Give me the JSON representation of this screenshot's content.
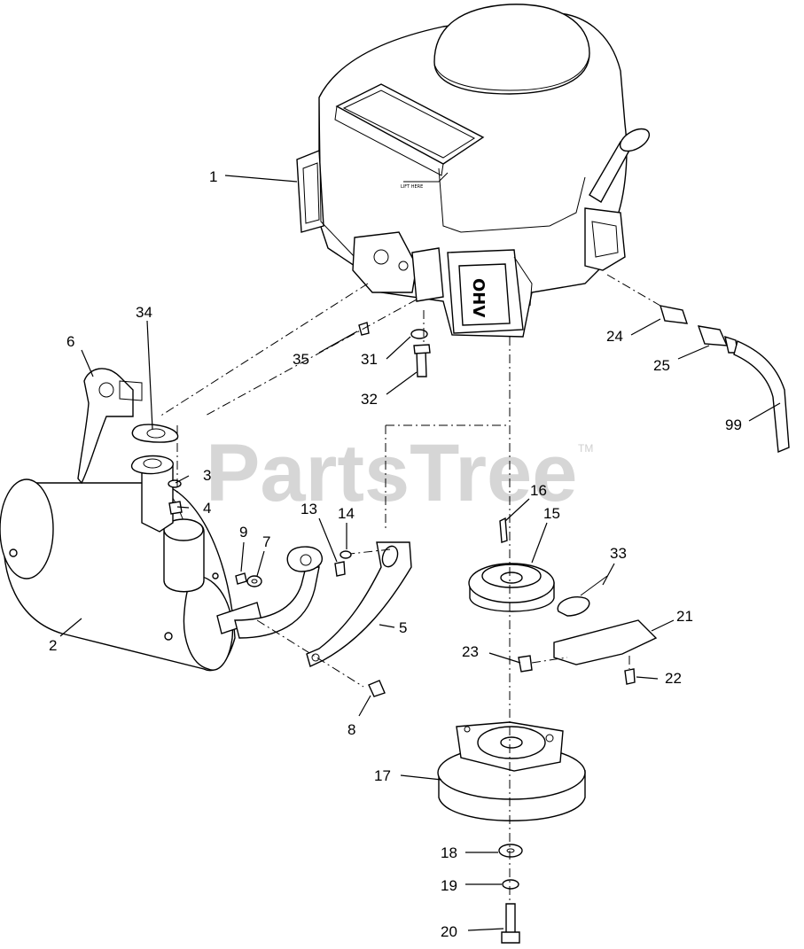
{
  "watermark": {
    "text": "PartsTree",
    "trademark": "TM"
  },
  "engine_plate_text": "OHV",
  "engine_sticker_text": "LIFT HERE",
  "callouts": [
    {
      "id": "c1",
      "label": "1"
    },
    {
      "id": "c2",
      "label": "2"
    },
    {
      "id": "c3",
      "label": "3"
    },
    {
      "id": "c4",
      "label": "4"
    },
    {
      "id": "c5",
      "label": "5"
    },
    {
      "id": "c6",
      "label": "6"
    },
    {
      "id": "c7",
      "label": "7"
    },
    {
      "id": "c8",
      "label": "8"
    },
    {
      "id": "c9",
      "label": "9"
    },
    {
      "id": "c13",
      "label": "13"
    },
    {
      "id": "c14",
      "label": "14"
    },
    {
      "id": "c15",
      "label": "15"
    },
    {
      "id": "c16",
      "label": "16"
    },
    {
      "id": "c17",
      "label": "17"
    },
    {
      "id": "c18",
      "label": "18"
    },
    {
      "id": "c19",
      "label": "19"
    },
    {
      "id": "c20",
      "label": "20"
    },
    {
      "id": "c21",
      "label": "21"
    },
    {
      "id": "c22",
      "label": "22"
    },
    {
      "id": "c23",
      "label": "23"
    },
    {
      "id": "c24",
      "label": "24"
    },
    {
      "id": "c25",
      "label": "25"
    },
    {
      "id": "c31",
      "label": "31"
    },
    {
      "id": "c32",
      "label": "32"
    },
    {
      "id": "c33",
      "label": "33"
    },
    {
      "id": "c34",
      "label": "34"
    },
    {
      "id": "c35",
      "label": "35"
    },
    {
      "id": "c99",
      "label": "99"
    }
  ]
}
